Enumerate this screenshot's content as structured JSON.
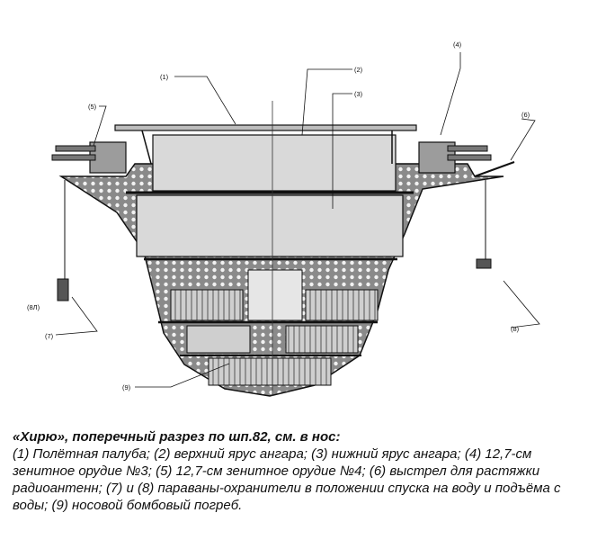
{
  "labels": {
    "l1": "(1)",
    "l2": "(2)",
    "l3": "(3)",
    "l4": "(4)",
    "l5": "(5)",
    "l6": "(6)",
    "l7": "(7)",
    "l8": "(8)",
    "l8b": "(8Л)",
    "l9": "(9)"
  },
  "caption": {
    "title": "«Хирю», поперечный разрез по шп.82, см. в нос:",
    "body": "(1) Полётная палуба; (2) верхний ярус ангара; (3) нижний ярус ангара; (4) 12,7-см зенитное орудие №3; (5) 12,7-см зенитное орудие №4; (6) выстрел для растяжки радиоантенн; (7) и (8) параваны-охранители в положении спуска на воду и подъёма с воды; (9) носовой бомбовый погреб."
  },
  "colors": {
    "ink": "#111111",
    "hangar": "#d9d9d9",
    "hull": "#8a8a8a",
    "hold": "#c4c4c4"
  }
}
